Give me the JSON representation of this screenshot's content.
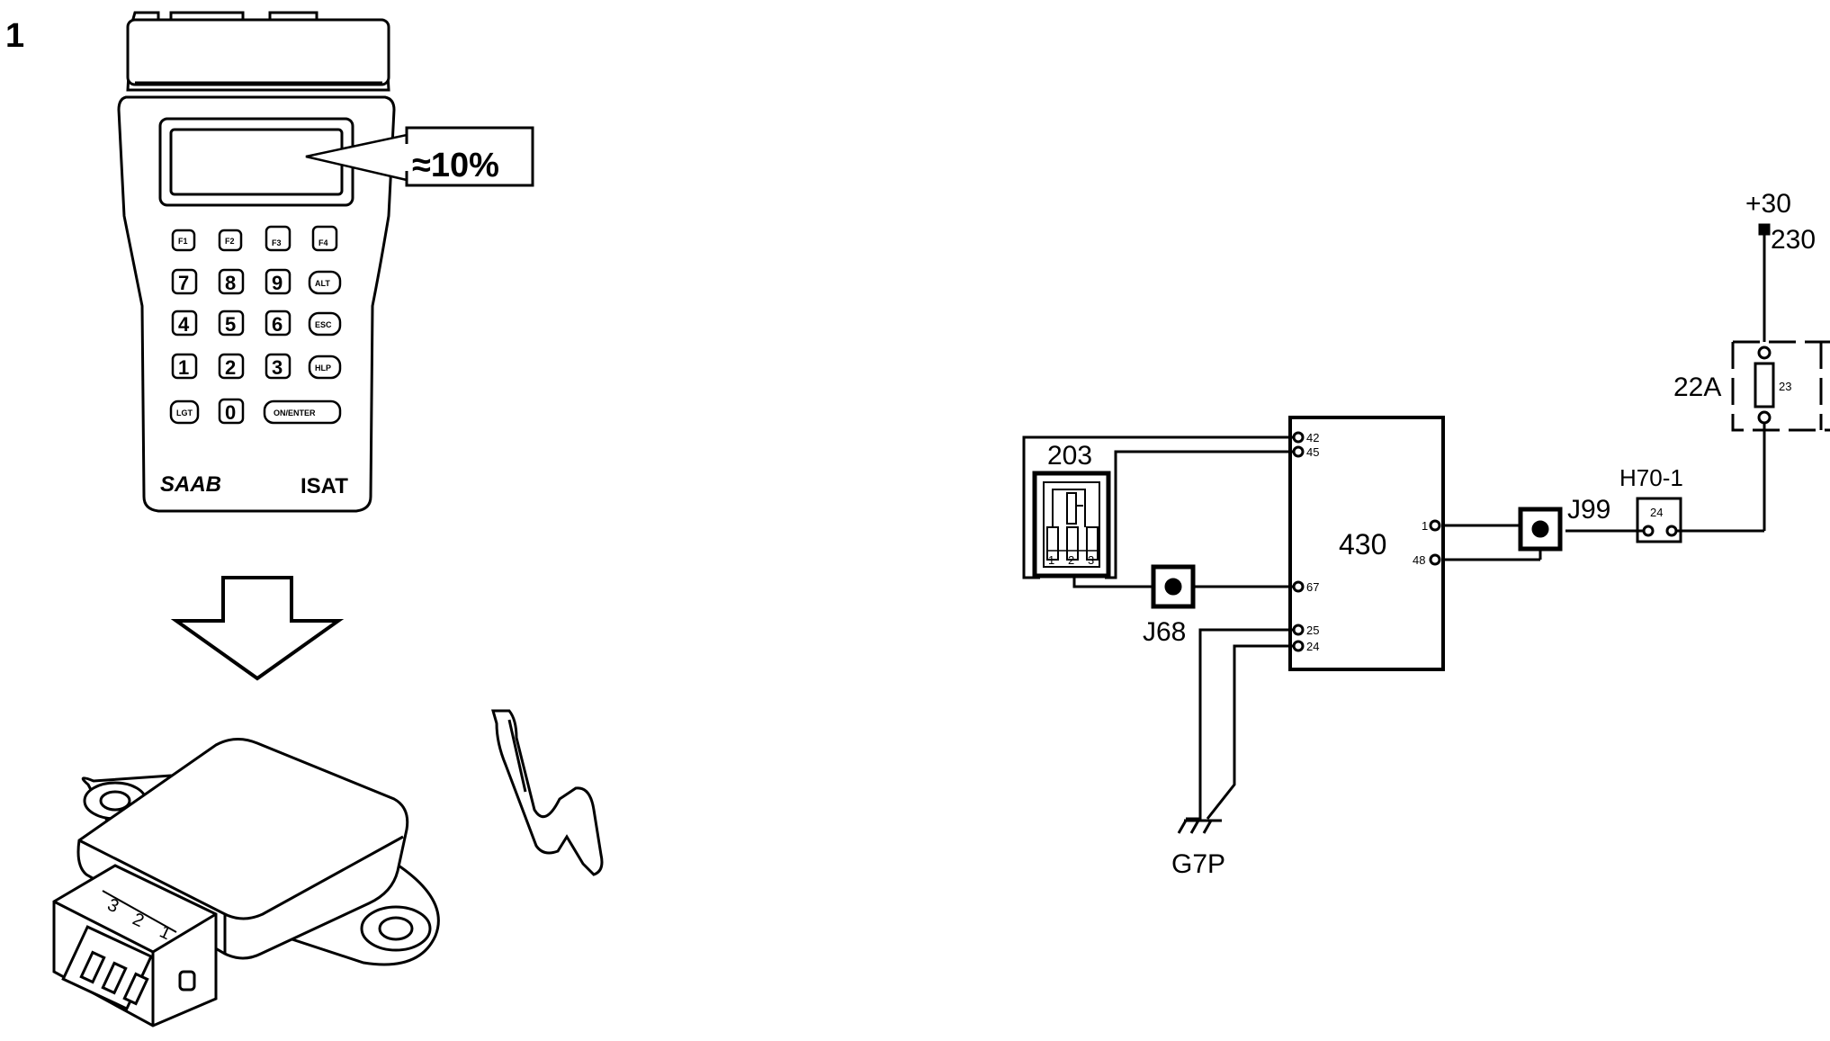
{
  "figure_number": "1",
  "isat": {
    "brand": "SAAB",
    "model": "ISAT",
    "display_callout": "≈10%",
    "keys": {
      "f1": "F1",
      "f2": "F2",
      "f3": "F3",
      "f4": "F4",
      "k7": "7",
      "k8": "8",
      "k9": "9",
      "alt": "ALT",
      "k4": "4",
      "k5": "5",
      "k6": "6",
      "esc": "ESC",
      "k1": "1",
      "k2": "2",
      "k3": "3",
      "hlp": "HLP",
      "lgt": "LGT",
      "k0": "0",
      "on_enter": "ON/ENTER"
    }
  },
  "sensor": {
    "pins": [
      "3",
      "2",
      "1"
    ]
  },
  "schematic": {
    "supply": "+30",
    "supply_node": "230",
    "fuse_box": "22A",
    "fuse": "23",
    "connector_h70": "H70-1",
    "connector_h70_pin": "24",
    "junction_j99": "J99",
    "junction_j68": "J68",
    "ecu": "430",
    "ecu_pins": {
      "p42": "42",
      "p45": "45",
      "p1": "1",
      "p48": "48",
      "p67": "67",
      "p25": "25",
      "p24": "24"
    },
    "sensor_component": "203",
    "sensor_pins": [
      "1",
      "2",
      "3"
    ],
    "ground": "G7P"
  }
}
